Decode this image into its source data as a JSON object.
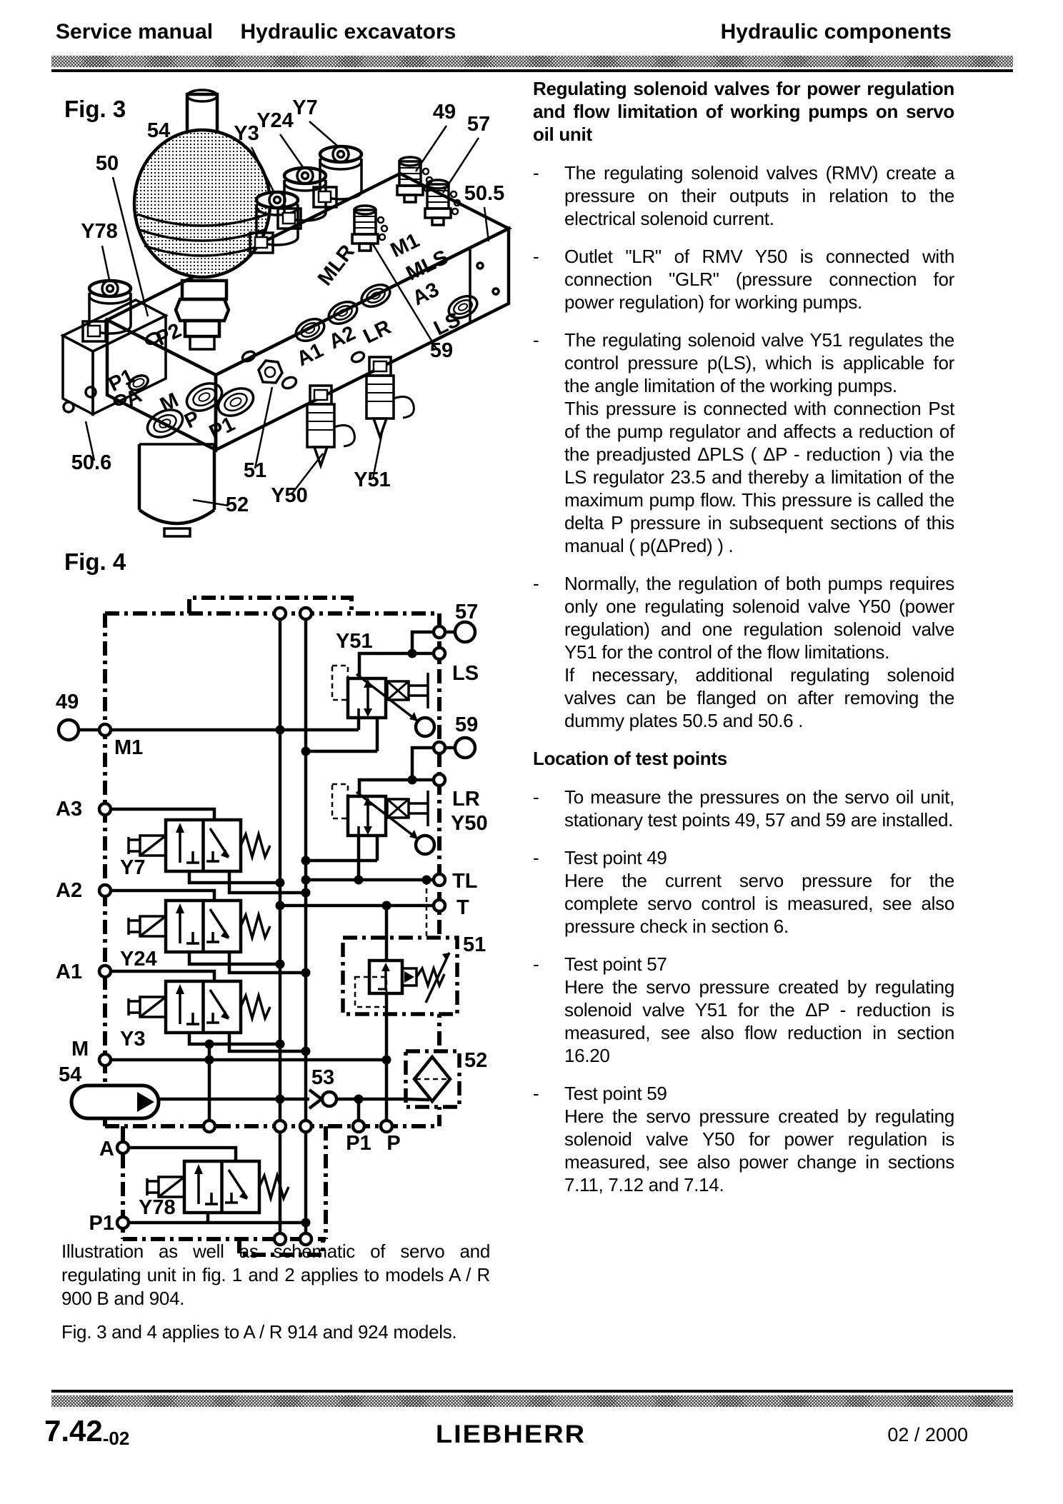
{
  "header": {
    "left_a": "Service manual",
    "left_b": "Hydraulic excavators",
    "right": "Hydraulic components"
  },
  "fig3": {
    "title": "Fig. 3",
    "labels": [
      "50",
      "Y78",
      "54",
      "Y3",
      "Y24",
      "Y7",
      "49",
      "57",
      "50.5",
      "M1",
      "MLS",
      "MLR",
      "A3",
      "LS",
      "A1",
      "A2",
      "LR",
      "P2",
      "P1",
      "A",
      "M",
      "P",
      "P1",
      "50.6",
      "51",
      "52",
      "Y50",
      "Y51",
      "59"
    ]
  },
  "fig4": {
    "title": "Fig. 4",
    "labels": [
      "57",
      "Y51",
      "LS",
      "49",
      "M1",
      "59",
      "A3",
      "LR",
      "Y50",
      "Y7",
      "A2",
      "TL",
      "T",
      "Y24",
      "A1",
      "51",
      "Y3",
      "M",
      "54",
      "53",
      "52",
      "A",
      "P1",
      "P",
      "P1",
      "Y78"
    ]
  },
  "caption": {
    "p1": "Illustration as well as schematic of servo and regulating unit in fig.  1 and 2 applies to models  A / R 900 B and 904.",
    "p2": "Fig. 3 and 4 applies to  A / R 914 and 924 models."
  },
  "article": {
    "marker": "-",
    "title": "Regulating solenoid valves for power regulation and flow limitation of working pumps on servo oil unit",
    "bullets": [
      {
        "t1": "The regulating solenoid valves  (RMV) create a pressure on their outputs in relation to the electrical solenoid current."
      },
      {
        "t1": "Outlet \"LR\" of RMV Y50  is connected with connection  \"GLR\" (pressure connection for power regulation) for working pumps."
      },
      {
        "t1": "The regulating solenoid valve  Y51 regulates the control pressure p(LS), which is applicable for the angle limitation of the working pumps.",
        "t2": "This pressure is connected with connection  Pst of the pump regulator and affects a reduction of the preadjusted  ΔPLS ( ΔP - reduction ) via the LS regulator 23.5 and thereby a limitation of the maximum pump flow.  This pressure is called the delta P pressure in subsequent sections of this manual  ( p(ΔPred) ) ."
      },
      {
        "t1": "Normally, the regulation of both pumps requires only one regulating solenoid valve Y50 (power regulation) and one regulation solenoid valve Y51 for the control of the flow limitations.",
        "t2": "If necessary, additional regulating solenoid valves can be flanged on after removing the dummy plates 50.5 and 50.6 ."
      }
    ],
    "section2": "Location of test points",
    "bullets2": [
      {
        "t1": "To measure the pressures on the servo oil unit, stationary test points  49,  57 and 59 are installed."
      },
      {
        "t1": "Test point 49",
        "t2": "Here the current servo pressure for the complete servo control is measured, see also pressure check in section 6."
      },
      {
        "t1": "Test point 57",
        "t2": "Here the servo pressure created by regulating solenoid valve  Y51 for the  ΔP - reduction is measured, see also flow reduction in section 16.20"
      },
      {
        "t1": "Test point 59",
        "t2": "Here the servo pressure created by regulating solenoid valve Y50 for power regulation is measured, see also power change in sections 7.11, 7.12 and 7.14."
      }
    ]
  },
  "footer": {
    "page": "7.42",
    "rev": "-02",
    "brand": "LIEBHERR",
    "date": "02 /  2000"
  }
}
